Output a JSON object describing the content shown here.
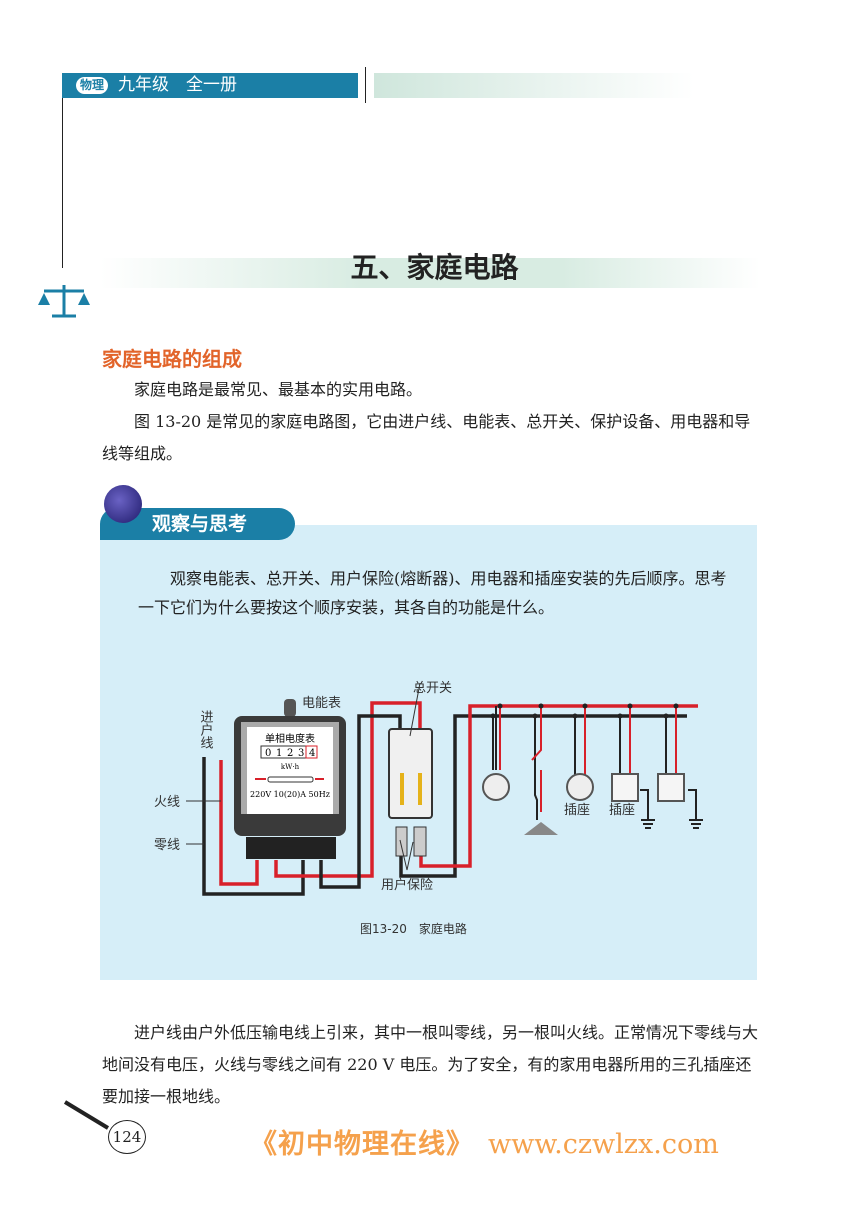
{
  "header": {
    "logo": "物理",
    "book": "九年级　全一册"
  },
  "title": "五、家庭电路",
  "section": {
    "heading": "家庭电路的组成",
    "paragraphs": [
      "家庭电路是最常见、最基本的实用电路。",
      "图 13-20 是常见的家庭电路图，它由进户线、电能表、总开关、保护设备、用电器和导线等组成。"
    ]
  },
  "activity": {
    "label": "观察与思考",
    "text": "观察电能表、总开关、用户保险(熔断器)、用电器和插座安装的先后顺序。思考一下它们为什么要按这个顺序安装，其各自的功能是什么。"
  },
  "figure": {
    "labels": {
      "incoming": "进户线",
      "meter": "电能表",
      "main_switch": "总开关",
      "live": "火线",
      "neutral": "零线",
      "fuse": "用户保险",
      "socket1": "插座",
      "socket2": "插座"
    },
    "meter": {
      "title": "单相电度表",
      "digits": [
        "0",
        "1",
        "2",
        "3",
        "4"
      ],
      "unit": "kW·h",
      "rating": "220V 10(20)A 50Hz"
    },
    "caption": "图13-20　家庭电路",
    "colors": {
      "live": "#d8202a",
      "neutral": "#222222",
      "background": "#d6eef8"
    }
  },
  "body_text": "进户线由户外低压输电线上引来，其中一根叫零线，另一根叫火线。正常情况下零线与大地间没有电压，火线与零线之间有 220 V 电压。为了安全，有的家用电器所用的三孔插座还要加接一根地线。",
  "watermark": {
    "name": "《初中物理在线》",
    "url": "www.czwlzx.com"
  },
  "page_number": "124"
}
